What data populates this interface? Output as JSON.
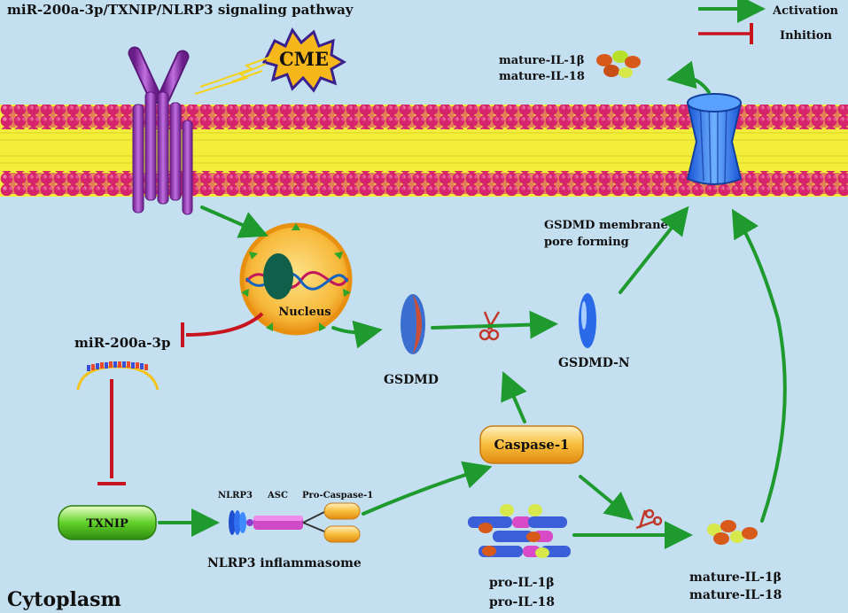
{
  "title": "miR-200a-3p/TXNIP/NLRP3 signaling pathway",
  "legend": {
    "activation": "Activation",
    "inhibition": "Inhition"
  },
  "labels": {
    "cme": "CME",
    "mature_top_1": "mature-IL-1β",
    "mature_top_2": "mature-IL-18",
    "nucleus": "Nucleus",
    "mirna": "miR-200a-3p",
    "gsdmd": "GSDMD",
    "gsdmd_n": "GSDMD-N",
    "pore_1": "GSDMD membrane",
    "pore_2": "pore forming",
    "caspase": "Caspase-1",
    "txnip": "TXNIP",
    "nlrp3": "NLRP3",
    "asc": "ASC",
    "procasp": "Pro-Caspase-1",
    "inflammasome": "NLRP3 inflammasome",
    "pro_1": "pro-IL-1β",
    "pro_2": "pro-IL-18",
    "mature_bot_1": "mature-IL-1β",
    "mature_bot_2": "mature-IL-18",
    "cytoplasm": "Cytoplasm"
  },
  "colors": {
    "background": "#c4dff0",
    "activation": "#1f9a2e",
    "inhibition": "#c8141e",
    "lipid_head": "#d6246c",
    "lipid_tail": "#f2ee3a",
    "receptor": "#8f2fb3",
    "pore": "#3d7df2",
    "nucleus": "#f0a21e",
    "caspase": "#f7b62a",
    "txnip": "#4fc21c"
  }
}
